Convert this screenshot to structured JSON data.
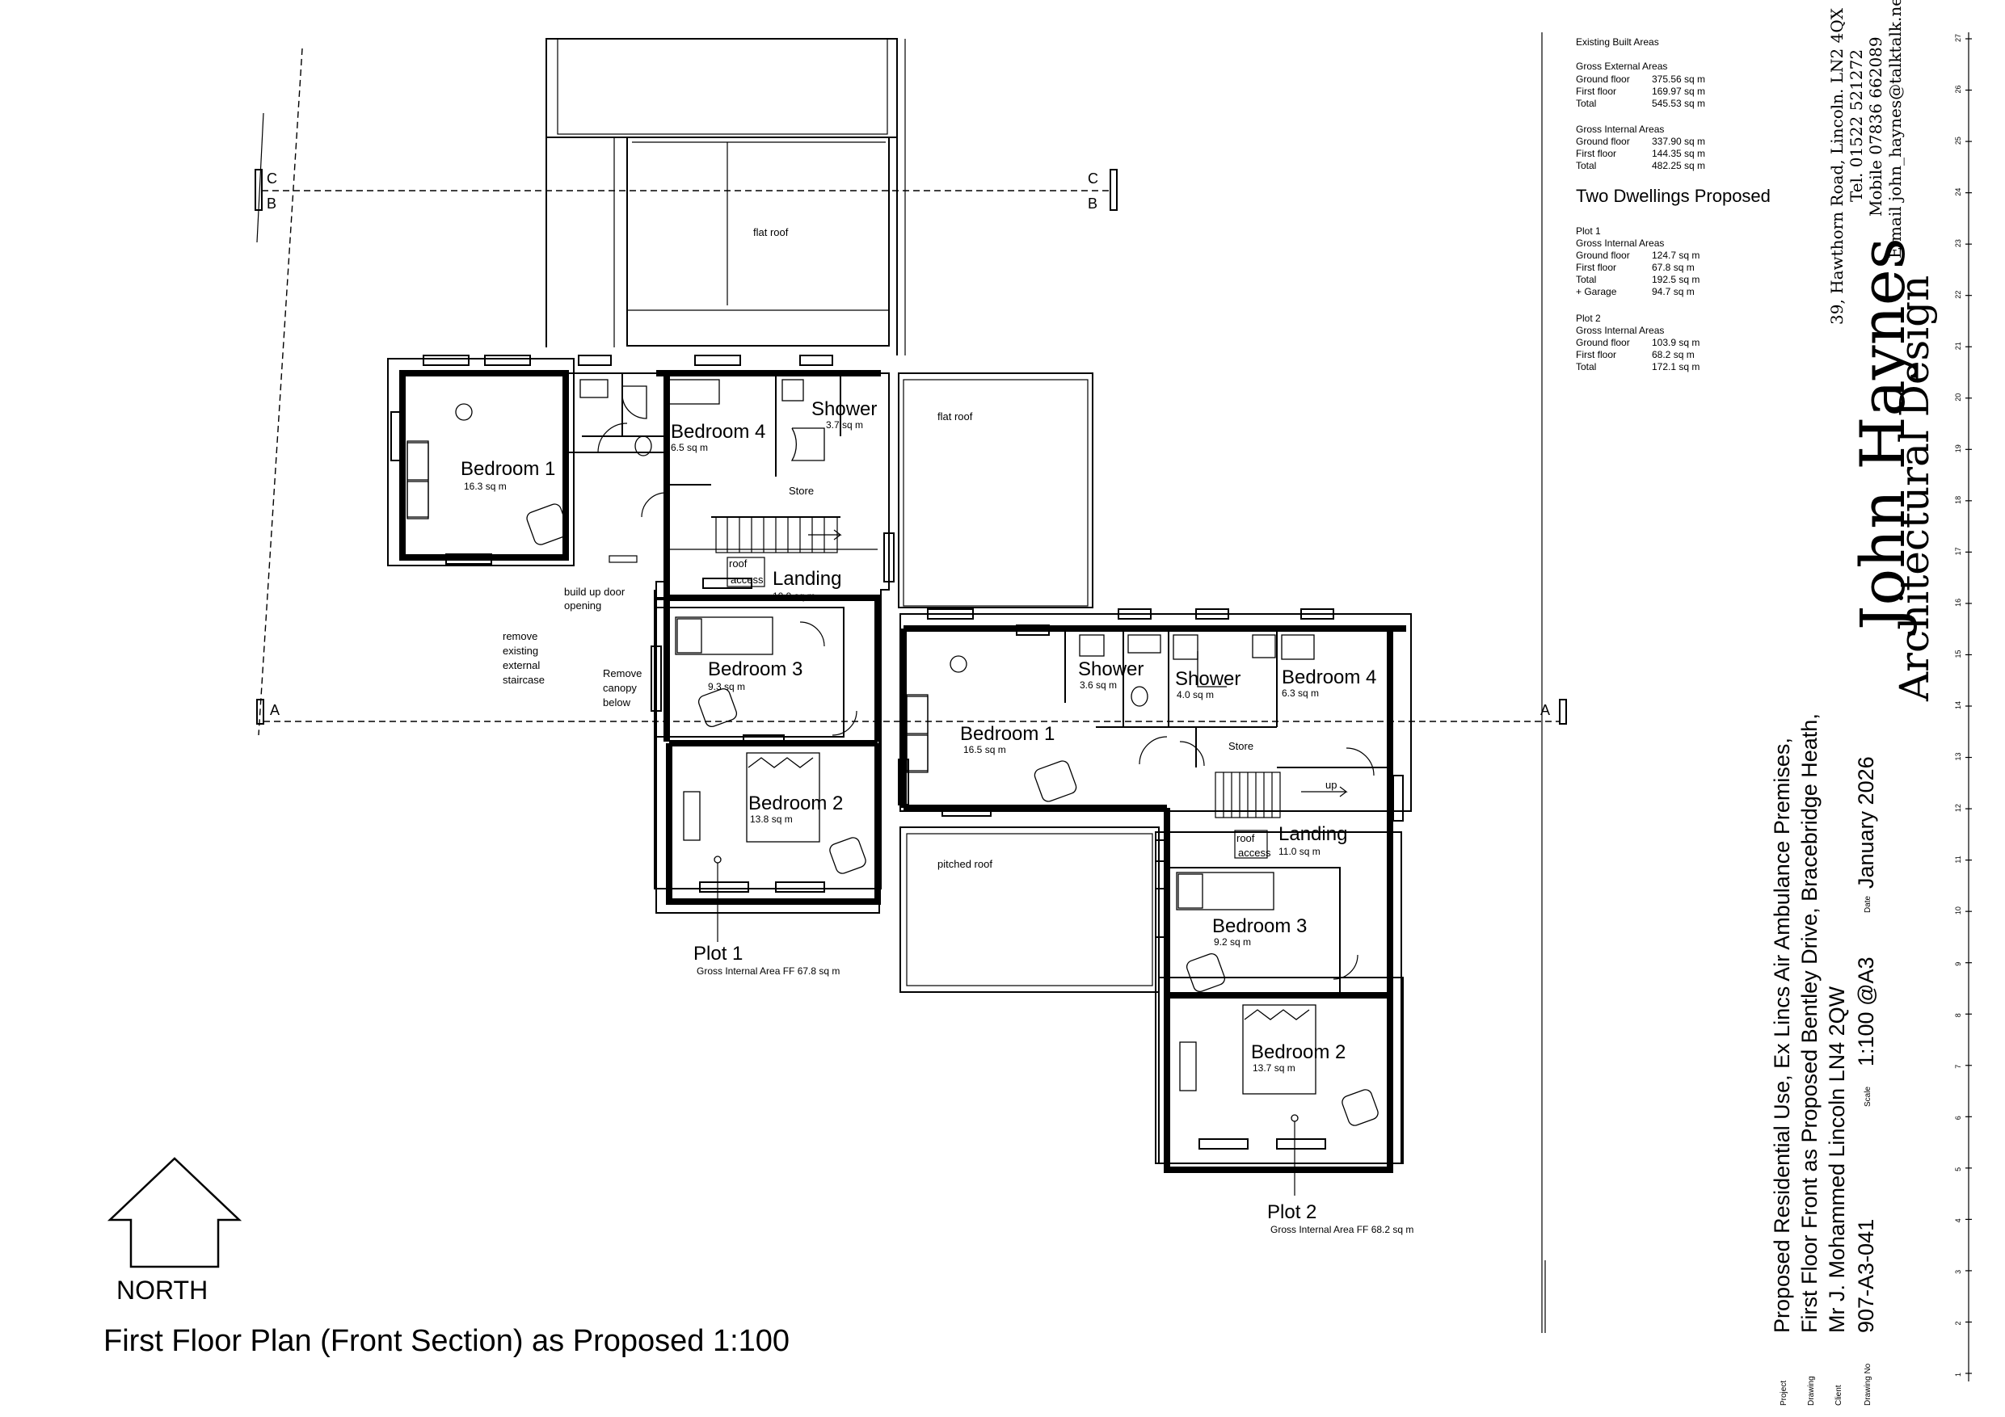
{
  "drawing": {
    "title": "First Floor Plan (Front Section) as Proposed 1:100",
    "north_label": "NORTH"
  },
  "section_markers": {
    "cc": "C",
    "bb": "B",
    "aa": "A"
  },
  "plot1": {
    "label": "Plot 1",
    "area": "Gross Internal Area FF 67.8 sq m",
    "rooms": {
      "bed1": {
        "name": "Bedroom 1",
        "area": "16.3 sq m"
      },
      "bed4": {
        "name": "Bedroom 4",
        "area": "6.5 sq m"
      },
      "shower": {
        "name": "Shower",
        "area": "3.7 sq m"
      },
      "store": {
        "name": "Store"
      },
      "landing": {
        "name": "Landing",
        "area": "10.9 sq m"
      },
      "bed3": {
        "name": "Bedroom 3",
        "area": "9.3 sq m"
      },
      "bed2": {
        "name": "Bedroom 2",
        "area": "13.8 sq m"
      }
    },
    "roof_access": [
      "roof",
      "access"
    ]
  },
  "plot2": {
    "label": "Plot 2",
    "area": "Gross Internal Area FF 68.2 sq m",
    "rooms": {
      "bed1": {
        "name": "Bedroom 1",
        "area": "16.5 sq m"
      },
      "shower_a": {
        "name": "Shower",
        "area": "3.6 sq m"
      },
      "shower_b": {
        "name": "Shower",
        "area": "4.0 sq m"
      },
      "bed4": {
        "name": "Bedroom 4",
        "area": "6.3 sq m"
      },
      "store": {
        "name": "Store"
      },
      "landing": {
        "name": "Landing",
        "area": "11.0 sq m"
      },
      "bed3": {
        "name": "Bedroom 3",
        "area": "9.2 sq m"
      },
      "bed2": {
        "name": "Bedroom 2",
        "area": "13.7 sq m"
      }
    },
    "roof_access": [
      "roof",
      "access"
    ],
    "stair_up": "up"
  },
  "annotations": {
    "flat_roof_1": "flat roof",
    "flat_roof_2": "flat roof",
    "pitched_roof": "pitched roof",
    "build_up": [
      "build up door",
      "opening"
    ],
    "remove_staircase": [
      "remove",
      "existing",
      "external",
      "staircase"
    ],
    "remove_canopy": [
      "Remove",
      "canopy",
      "below"
    ]
  },
  "areas_schedule": {
    "existing_heading": "Existing Built Areas",
    "gea": {
      "heading": "Gross External Areas",
      "rows": [
        {
          "label": "Ground floor",
          "value": "375.56 sq m"
        },
        {
          "label": "First floor",
          "value": "169.97 sq m"
        },
        {
          "label": "Total",
          "value": "545.53 sq m"
        }
      ]
    },
    "gia": {
      "heading": "Gross Internal Areas",
      "rows": [
        {
          "label": "Ground floor",
          "value": "337.90 sq m"
        },
        {
          "label": "First floor",
          "value": "144.35 sq m"
        },
        {
          "label": "Total",
          "value": "482.25 sq m"
        }
      ]
    },
    "proposed_heading": "Two Dwellings Proposed",
    "plot1": {
      "heading": "Plot 1",
      "sub": "Gross Internal Areas",
      "rows": [
        {
          "label": "Ground floor",
          "value": "124.7 sq m"
        },
        {
          "label": "First floor",
          "value": "67.8 sq m"
        },
        {
          "label": "Total",
          "value": "192.5 sq m"
        },
        {
          "label": "+ Garage",
          "value": "94.7 sq m"
        }
      ]
    },
    "plot2": {
      "heading": "Plot 2",
      "sub": "Gross Internal Areas",
      "rows": [
        {
          "label": "Ground floor",
          "value": "103.9 sq m"
        },
        {
          "label": "First floor",
          "value": "68.2 sq m"
        },
        {
          "label": "Total",
          "value": "172.1 sq m"
        }
      ]
    }
  },
  "title_block": {
    "company_name": "John Haynes",
    "company_tag": "Architectural Design",
    "address": "39, Hawthorn Road, Lincoln. LN2 4QX",
    "tel": "Tel. 01522 521272",
    "mobile": "Mobile 07836 662089",
    "email": "E mail john_haynes@talktalk.net",
    "project_label": "Project",
    "project": "Proposed Residential Use, Ex Lincs Air Ambulance Premises,",
    "drawing_label": "Drawing",
    "drawing": "First Floor Front as Proposed   Bentley Drive, Bracebridge Heath,",
    "client_label": "Client",
    "client": "Mr J. Mohammed                 Lincoln LN4 2QW",
    "scale_label": "Scale",
    "scale": "1:100 @A3",
    "date_label": "Date",
    "date": "January 2026",
    "drawing_no_label": "Drawing No",
    "drawing_no": "907-A3-041"
  },
  "scale_ruler": [
    "1",
    "2",
    "3",
    "4",
    "5",
    "6",
    "7",
    "8",
    "9",
    "10",
    "11",
    "12",
    "13",
    "14",
    "15",
    "16",
    "17",
    "18",
    "19",
    "20",
    "21",
    "22",
    "23",
    "24",
    "25",
    "26",
    "27"
  ]
}
